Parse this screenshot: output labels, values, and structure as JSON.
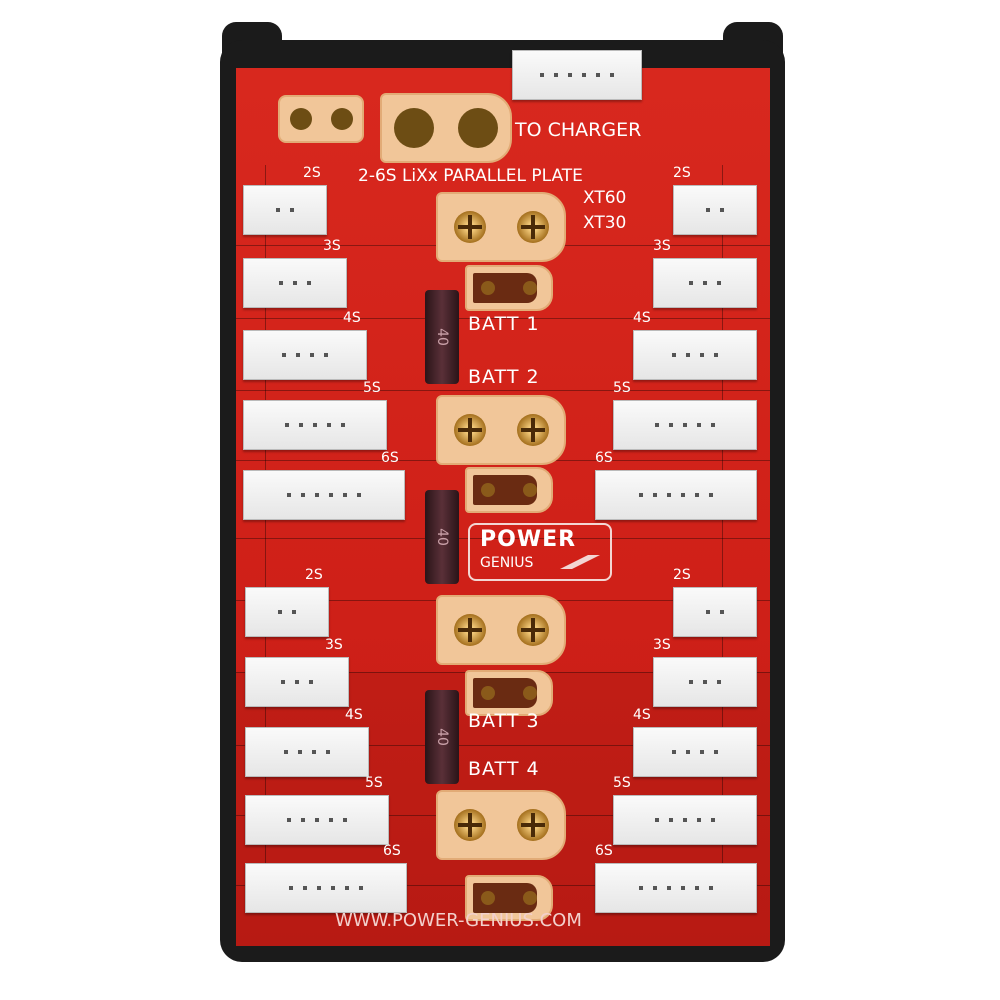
{
  "board": {
    "title": "2-6S LiXx PARALLEL PLATE",
    "to_charger": "TO CHARGER",
    "connector_types": [
      "XT60",
      "XT30"
    ],
    "batteries": [
      "BATT 1",
      "BATT 2",
      "BATT 3",
      "BATT 4"
    ],
    "fuse_rating": "40",
    "balance_labels": [
      "2S",
      "3S",
      "4S",
      "5S",
      "6S"
    ],
    "logo": {
      "line1": "POWER",
      "line2": "GENIUS"
    },
    "website": "WWW.POWER-GENIUS.COM"
  },
  "colors": {
    "board": "#d8281e",
    "frame": "#1b1b1b",
    "connector": "#f1c699"
  }
}
